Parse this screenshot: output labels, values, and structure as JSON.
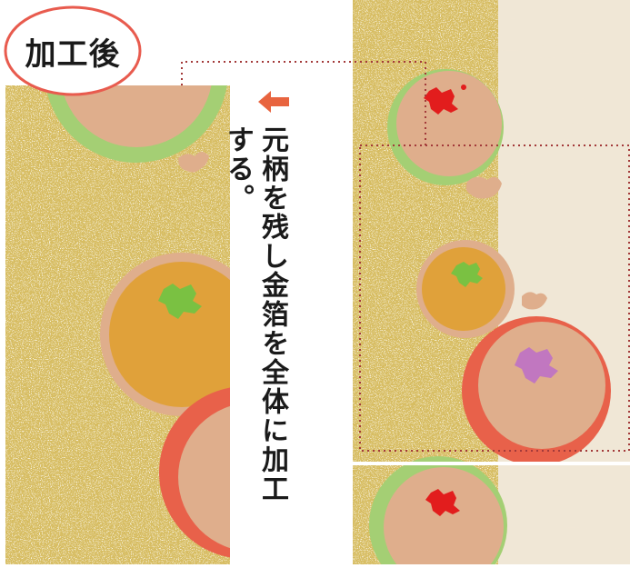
{
  "badge": {
    "label": "加工後",
    "ring_color": "#e85b4e"
  },
  "caption": {
    "line1": "元柄を残し金箔を全体に加工",
    "line2": "する。",
    "arrow_color": "#e8643f"
  },
  "colors": {
    "gold_base": "#d7bd62",
    "gold_speck": "#f2e7bd",
    "cream_silk": "#f1e7d6",
    "peach_disc": "#dfae8c",
    "green_ring": "#a4cf74",
    "orange_disc": "#e0a13a",
    "red_ring": "#e8614a",
    "motif_red": "#e21d1d",
    "motif_green": "#7ac142",
    "motif_purple": "#c177c0",
    "dotted_frame": "#a33a3a"
  }
}
